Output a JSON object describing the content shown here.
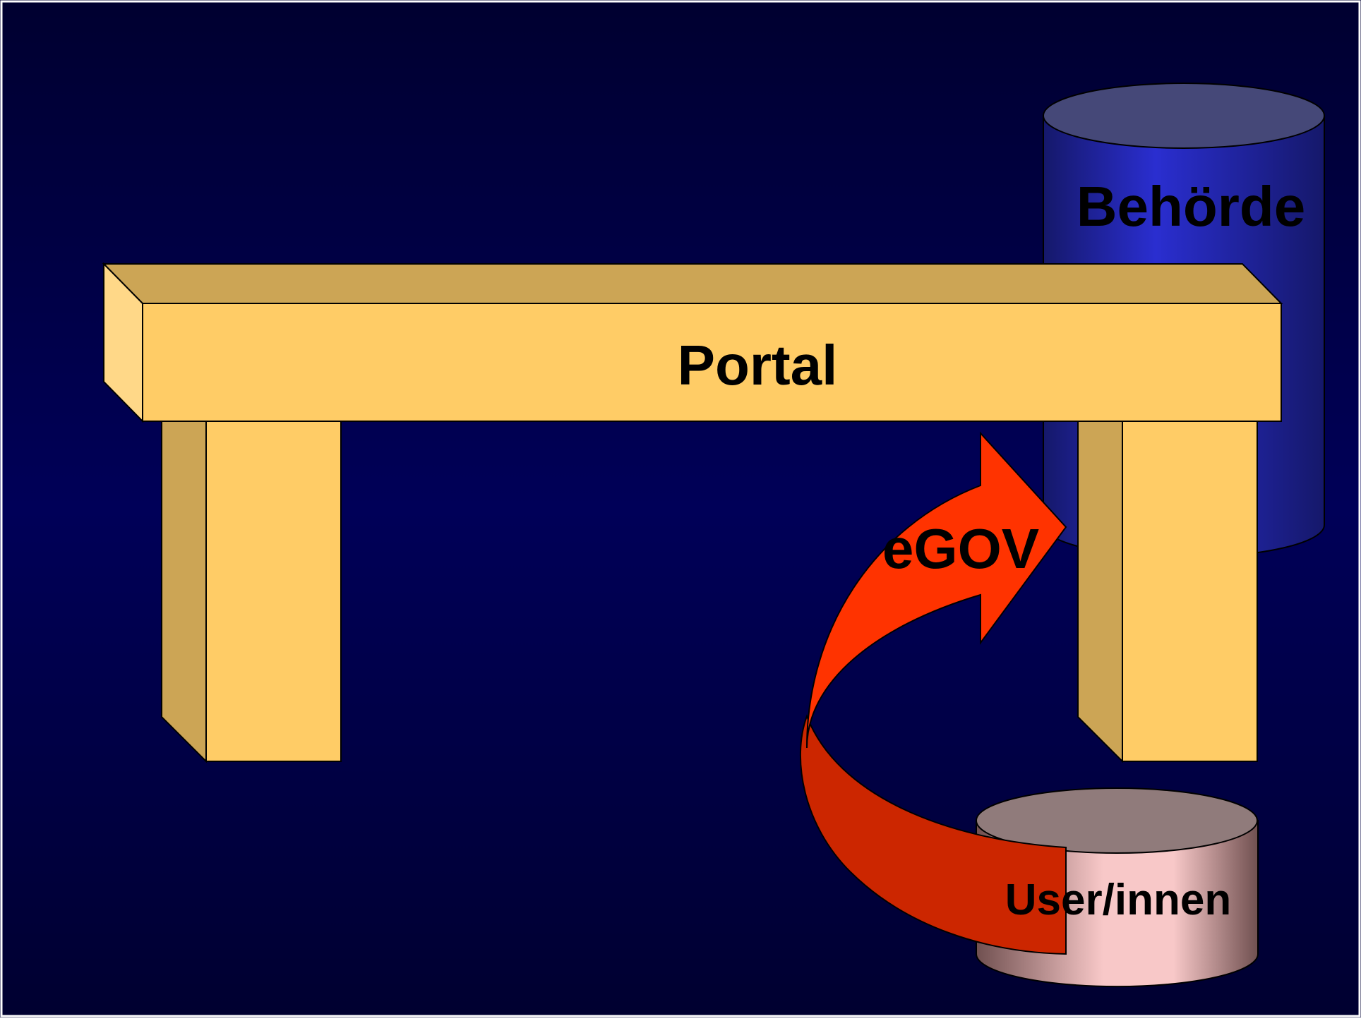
{
  "labels": {
    "authority": "Behörde",
    "portal": "Portal",
    "arrow": "eGOV",
    "users": "User/innen"
  },
  "colors": {
    "background_top": "#000030",
    "background_middle": "#000058",
    "background_bottom": "#000030",
    "portal_front": "#FFCC66",
    "portal_top": "#CCA555",
    "portal_side": "#FFD888",
    "authority_cylinder": "#2A2ED0",
    "authority_cylinder_dark": "#15186A",
    "authority_cap": "#454878",
    "users_cylinder": "#F8C8C8",
    "users_cylinder_dark": "#705050",
    "users_cap": "#907B7B",
    "arrow_front": "#FF3300",
    "arrow_back": "#CC2600",
    "text": "#000000"
  }
}
